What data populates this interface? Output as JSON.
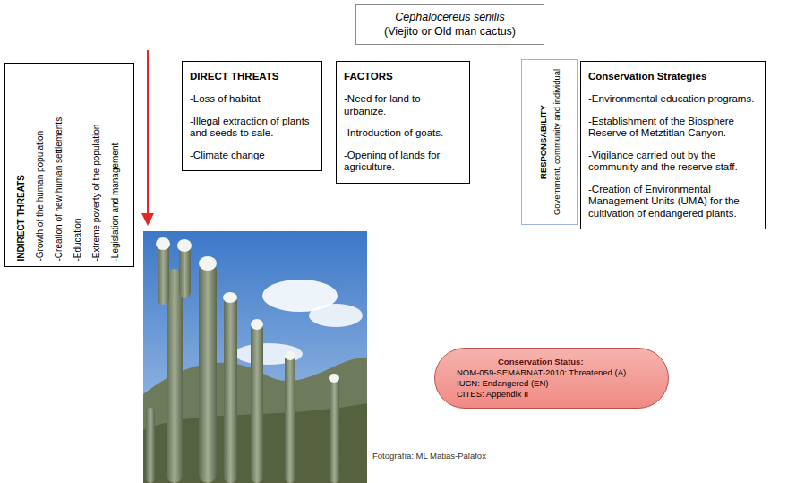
{
  "diagram": {
    "nodes": [
      {
        "text": [
          "Cephalocereus senilis",
          "(Viejito or Old man cactus)"
        ]
      },
      {
        "text": [
          "INDIRECT THREATS",
          "-Growth of the human population",
          "-Creation of new human settlements",
          "-Education",
          "-Extreme poverty of the population",
          "-Legislation and management"
        ]
      },
      {
        "text": [
          "DIRECT THREATS",
          "-Loss of habitat",
          "-Illegal extraction of plants and seeds to sale.",
          "-Climate change"
        ]
      },
      {
        "text": [
          "FACTORS",
          "-Need for land to urbanize.",
          "-Introduction of goats.",
          "-Opening of lands for agriculture."
        ]
      },
      {
        "text": [
          "RESPONSABILITY",
          "Government, community and individual"
        ]
      },
      {
        "text": [
          "Conservation Strategies",
          "-Environmental education programs.",
          "-Establishment of the Biosphere Reserve of Metztitlan Canyon.",
          "-Vigilance carried out by the community and the reserve staff.",
          "-Creation of Environmental Management Units (UMA) for the cultivation of endangered plants."
        ]
      },
      {
        "text": [
          "Conservation Status:",
          "NOM-059-SEMARNAT-2010: Threatened (A)",
          "IUCN: Endangered  (EN)",
          "CITES: Appendix II"
        ]
      }
    ],
    "labels": [
      "Fotografía: ML Matias-Palafox"
    ]
  }
}
